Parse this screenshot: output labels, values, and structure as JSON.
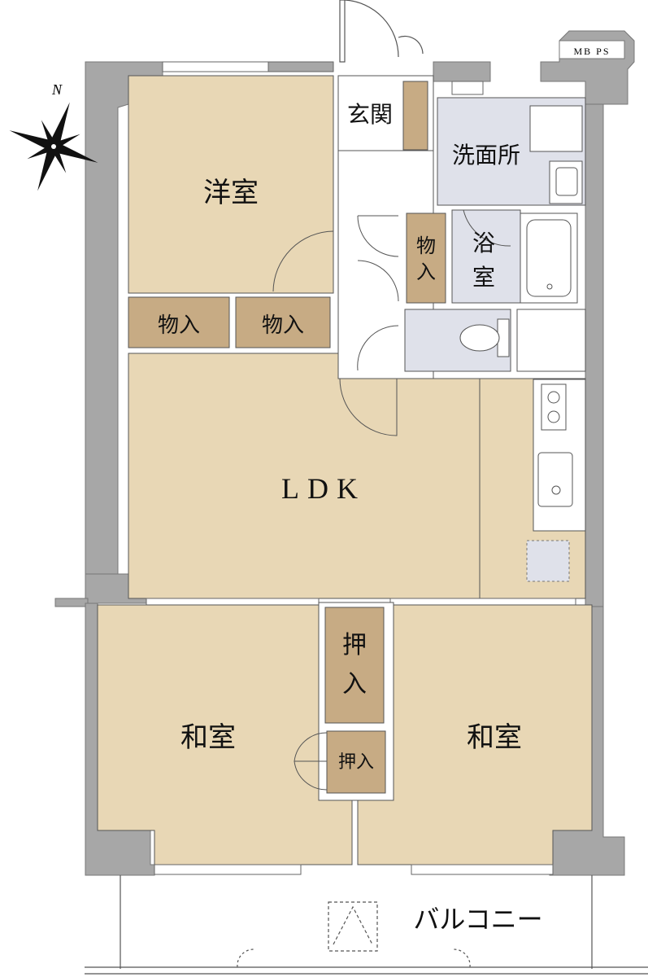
{
  "rooms": {
    "western_room": "洋室",
    "entrance": "玄関",
    "washroom": "洗面所",
    "bath_line1": "浴",
    "bath_line2": "室",
    "storage_vertical_line1": "物",
    "storage_vertical_line2": "入",
    "storage_left": "物入",
    "storage_right": "物入",
    "ldk": "LDK",
    "japanese_room_left": "和室",
    "japanese_room_right": "和室",
    "closet_large_line1": "押",
    "closet_large_line2": "入",
    "closet_small": "押入",
    "balcony": "バルコニー"
  },
  "labels": {
    "mbps": "MB PS",
    "north": "N"
  },
  "colors": {
    "room_fill": "#e8d7b5",
    "wet_fill": "#dfe1ea",
    "storage_fill": "#c7ab84",
    "wall": "#a7a7a7",
    "line": "#555555"
  }
}
